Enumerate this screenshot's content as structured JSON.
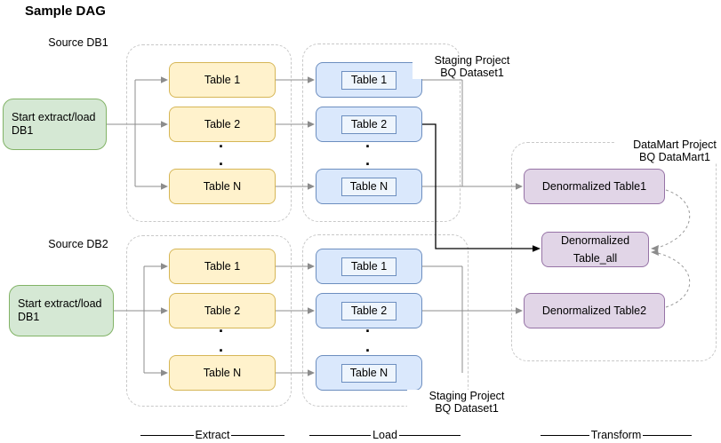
{
  "title": "Sample DAG",
  "sources": {
    "db1_label": "Source DB1",
    "db2_label": "Source DB2"
  },
  "start_nodes": {
    "db1": {
      "line1": "Start extract/load",
      "line2": "DB1"
    },
    "db2": {
      "line1": "Start extract/load",
      "line2": "DB1"
    }
  },
  "extract_db1": {
    "tables": [
      "Table 1",
      "Table 2",
      "Table N"
    ]
  },
  "extract_db2": {
    "tables": [
      "Table 1",
      "Table 2",
      "Table N"
    ]
  },
  "load_db1": {
    "tables": [
      "Table 1",
      "Table 2",
      "Table N"
    ]
  },
  "load_db2": {
    "tables": [
      "Table 1",
      "Table 2",
      "Table N"
    ]
  },
  "staging_label_top": {
    "line1": "Staging Project",
    "line2": "BQ Dataset1"
  },
  "staging_label_bottom": {
    "line1": "Staging Project",
    "line2": "BQ Dataset1"
  },
  "datamart_label": {
    "line1": "DataMart Project",
    "line2": "BQ DataMart1"
  },
  "transform_nodes": {
    "table1": "Denormalized Table1",
    "table_all_line1": "Denormalized",
    "table_all_line2": "Table_all",
    "table2": "Denormalized Table2"
  },
  "stages": {
    "extract": "Extract",
    "load": "Load",
    "transform": "Transform"
  },
  "glyphs": {
    "ellipsis_dot": "."
  },
  "colors": {
    "start_fill": "#d5e8d4",
    "start_stroke": "#82b366",
    "extract_fill": "#fff2cc",
    "extract_stroke": "#d6b656",
    "load_fill": "#dae8fc",
    "load_stroke": "#6c8ebf",
    "load_inner_fill": "#eef5fd",
    "transform_fill": "#e1d5e7",
    "transform_stroke": "#9673a6",
    "connector": "#8c8c8c",
    "connector_emphasis": "#000000",
    "container_border": "#c8c8c8"
  }
}
